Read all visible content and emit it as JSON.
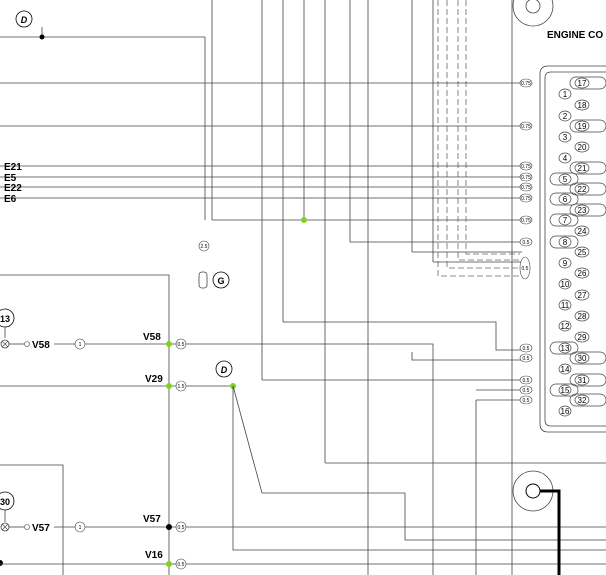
{
  "title": "ENGINE CO",
  "colors": {
    "wire": "#444444",
    "junction": "#7ed321",
    "ink": "#000000"
  },
  "marker_d_top": "D",
  "marker_d_mid": "D",
  "marker_g": "G",
  "g_size": "2.5",
  "ecu_circle_13": "13",
  "ecu_circle_30": "30",
  "left_labels": {
    "e21": "E21",
    "e5": "E5",
    "e22": "E22",
    "e6": "E6"
  },
  "v58": {
    "left": "V58",
    "right": "V58",
    "num": "1",
    "size": "0.5"
  },
  "v29": {
    "right": "V29",
    "size": "1.5"
  },
  "v57": {
    "left": "V57",
    "right": "V57",
    "num": "1",
    "size": "0.5"
  },
  "v16": {
    "right": "V16",
    "size": "0.5"
  },
  "connector_sizes": [
    "0.75",
    "0.75",
    "0.75",
    "0.75",
    "0.75",
    "0.75",
    "0.75",
    "0.5",
    "0.5",
    "0.5",
    "0.5",
    "0.5",
    "0.5",
    "0.5",
    "0.75"
  ],
  "pins_left": [
    "1",
    "2",
    "3",
    "4",
    "5",
    "6",
    "7",
    "8",
    "9",
    "10",
    "11",
    "12",
    "13",
    "14",
    "15",
    "16"
  ],
  "pins_right": [
    "17",
    "18",
    "19",
    "20",
    "21",
    "22",
    "23",
    "24",
    "25",
    "26",
    "27",
    "28",
    "29",
    "30",
    "31",
    "32"
  ]
}
